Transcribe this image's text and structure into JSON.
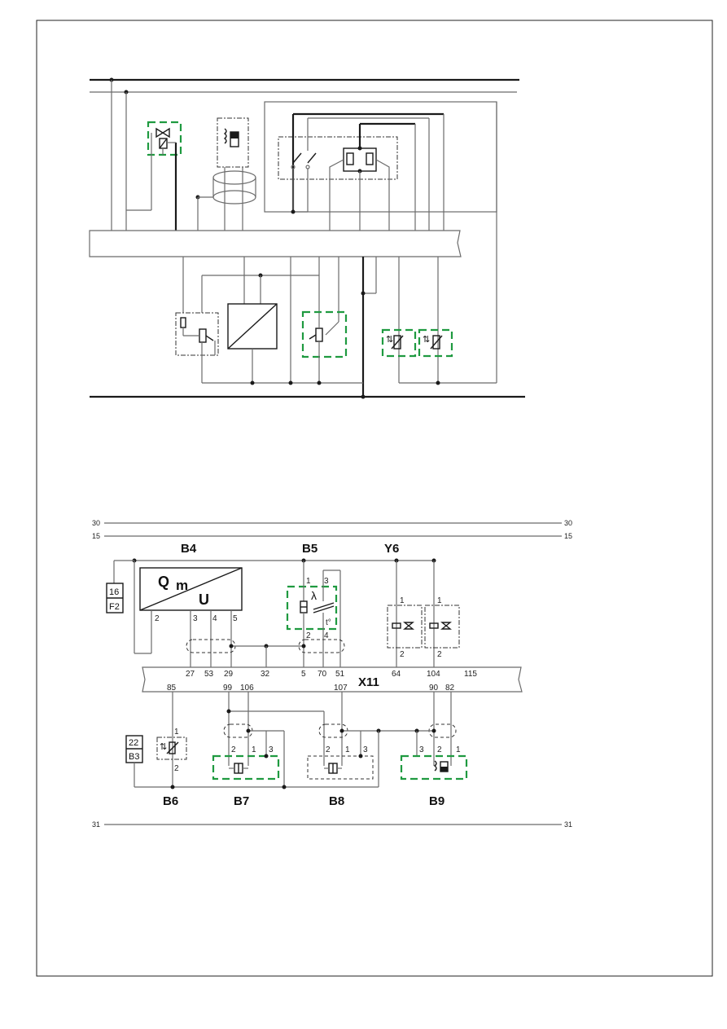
{
  "rails": {
    "r30": "30",
    "r15": "15",
    "r31": "31"
  },
  "components": {
    "b4": "B4",
    "b5": "B5",
    "y6": "Y6",
    "x11": "X11",
    "b6": "B6",
    "b7": "B7",
    "b8": "B8",
    "b9": "B9"
  },
  "b4_symbols": {
    "q": "Q",
    "m": "m",
    "u": "U"
  },
  "b5_symbols": {
    "lambda": "λ",
    "t": "t°"
  },
  "fuse_f2": {
    "num": "16",
    "name": "F2"
  },
  "fuse_b3": {
    "num": "22",
    "name": "B3"
  },
  "x11_pins_top": [
    "27",
    "53",
    "29",
    "32",
    "5",
    "70",
    "51",
    "64",
    "104",
    "115"
  ],
  "x11_pins_bottom": [
    "85",
    "99",
    "106",
    "107",
    "90",
    "82"
  ],
  "pin_numbers": {
    "b4": [
      "2",
      "3",
      "4",
      "5"
    ],
    "b5": [
      "1",
      "3",
      "2",
      "4"
    ],
    "y6a": [
      "1",
      "2"
    ],
    "y6b": [
      "1",
      "2"
    ],
    "b6": [
      "1",
      "2"
    ],
    "b7": [
      "2",
      "1",
      "3"
    ],
    "b8": [
      "2",
      "1",
      "3"
    ],
    "b9": [
      "3",
      "2",
      "1"
    ]
  },
  "colors": {
    "highlight": "#1f9a40",
    "wire": "#6b6b6b",
    "ink": "#1a1a1a"
  }
}
